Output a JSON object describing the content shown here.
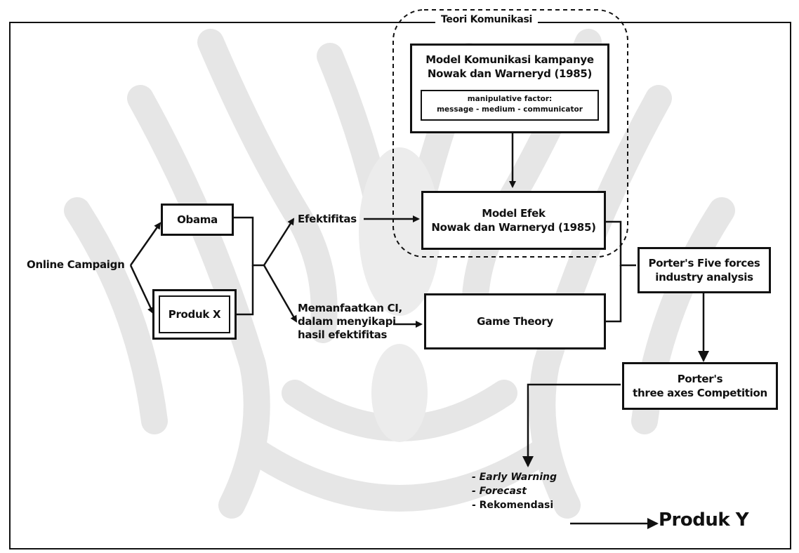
{
  "theory_group": {
    "title": "Teori Komunikasi"
  },
  "nodes": {
    "online_campaign": "Online Campaign",
    "obama": "Obama",
    "produk_x": "Produk X",
    "efektifitas": "Efektifitas",
    "memanfaatkan": {
      "line1": "Memanfaatkan CI,",
      "line2": "dalam menyikapi",
      "line3": "hasil efektifitas"
    },
    "model_komunikasi": {
      "line1": "Model Komunikasi kampanye",
      "line2": "Nowak dan Warneryd (1985)",
      "inner_line1": "manipulative factor:",
      "inner_line2": "message - medium - communicator"
    },
    "model_efek": {
      "line1": "Model Efek",
      "line2": "Nowak dan Warneryd (1985)"
    },
    "game_theory": "Game Theory",
    "five_forces": {
      "line1": "Porter's Five forces",
      "line2": "industry analysis"
    },
    "three_axes": {
      "line1": "Porter's",
      "line2": "three axes Competition"
    },
    "produk_y": "Produk Y"
  },
  "outputs": [
    "- Early Warning",
    "- Forecast",
    "- Rekomendasi"
  ]
}
